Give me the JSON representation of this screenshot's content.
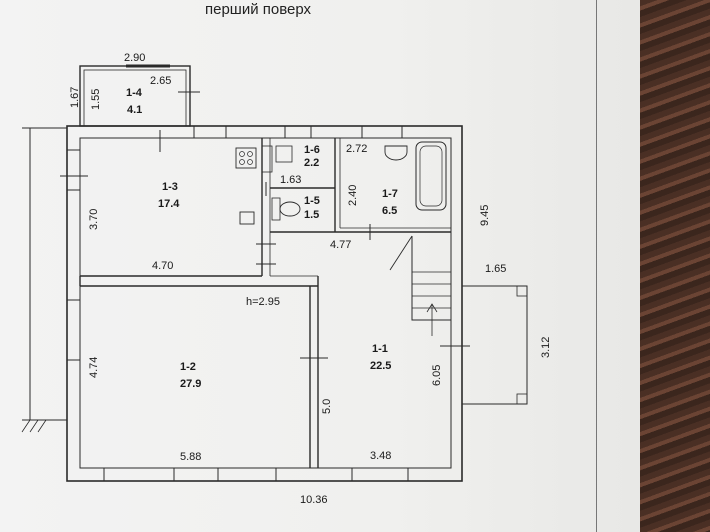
{
  "title": "перший поверх",
  "rooms": [
    {
      "id": "1-4",
      "area": "4.1"
    },
    {
      "id": "1-3",
      "area": "17.4"
    },
    {
      "id": "1-6",
      "area": "2.2"
    },
    {
      "id": "1-5",
      "area": "1.5"
    },
    {
      "id": "1-7",
      "area": "6.5"
    },
    {
      "id": "1-2",
      "area": "27.9"
    },
    {
      "id": "1-1",
      "area": "22.5"
    }
  ],
  "dimensions": {
    "porch_top": "2.90",
    "porch_inner": "2.65",
    "porch_outer_h": "1.67",
    "porch_inner_h": "1.55",
    "kitchen_h": "3.70",
    "kitchen_w": "4.70",
    "wc_w": "1.63",
    "bath_w": "2.72",
    "bath_h": "2.40",
    "corridor_w": "4.77",
    "side_total": "9.45",
    "terrace_w": "1.65",
    "terrace_h": "3.12",
    "height": "h=2.95",
    "room2_h": "4.74",
    "room2_w": "5.88",
    "mid_h": "5.0",
    "hall_h": "6.05",
    "hall_w": "3.48",
    "total_w": "10.36"
  }
}
